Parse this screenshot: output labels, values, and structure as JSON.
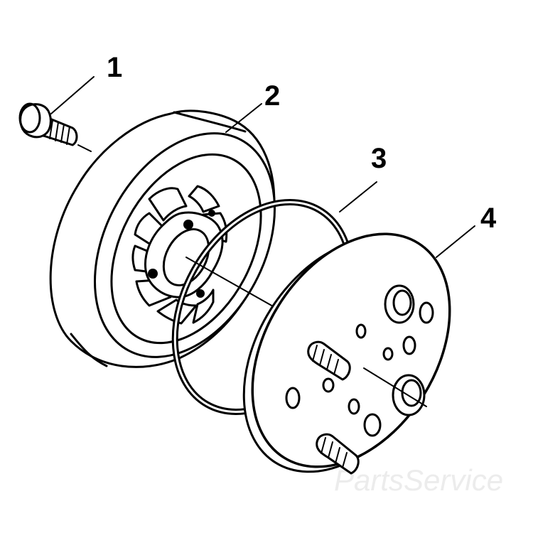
{
  "callouts": [
    {
      "id": "1",
      "label": "1"
    },
    {
      "id": "2",
      "label": "2"
    },
    {
      "id": "3",
      "label": "3"
    },
    {
      "id": "4",
      "label": "4"
    }
  ],
  "watermark": {
    "text": "PartsService"
  },
  "colors": {
    "ink": "#000000",
    "paper": "#ffffff",
    "watermark": "#ececec"
  }
}
